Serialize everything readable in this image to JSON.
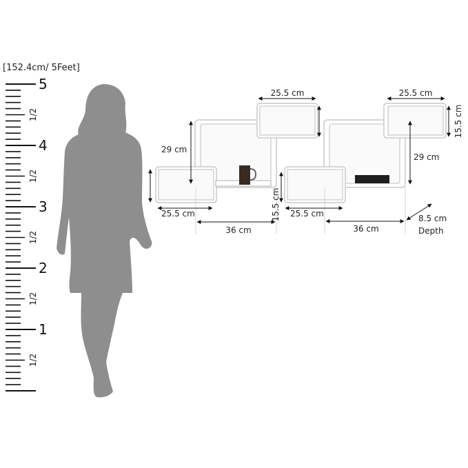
{
  "scale_title": "[152.4cm/ 5Feet]",
  "ruler": {
    "major_labels": [
      "5",
      "4",
      "3",
      "2",
      "1"
    ],
    "half_label": "1/2"
  },
  "dimensions": {
    "top_left_width": "25.5 cm",
    "top_right_width": "25.5 cm",
    "right_height_top": "15.5 cm",
    "left_height": "29 cm",
    "right_height": "29 cm",
    "bottom_left_width": "25.5 cm",
    "middle_height": "15.5 cm",
    "middle_width": "25.5 cm",
    "left_span": "36 cm",
    "right_span": "36 cm",
    "depth_value": "8.5 cm",
    "depth_label": "Depth"
  },
  "colors": {
    "silhouette": "#8e8e8e",
    "shelf_outline": "#c9c9c9",
    "mug": "#3a2a22",
    "book": "#1e1e1e"
  }
}
